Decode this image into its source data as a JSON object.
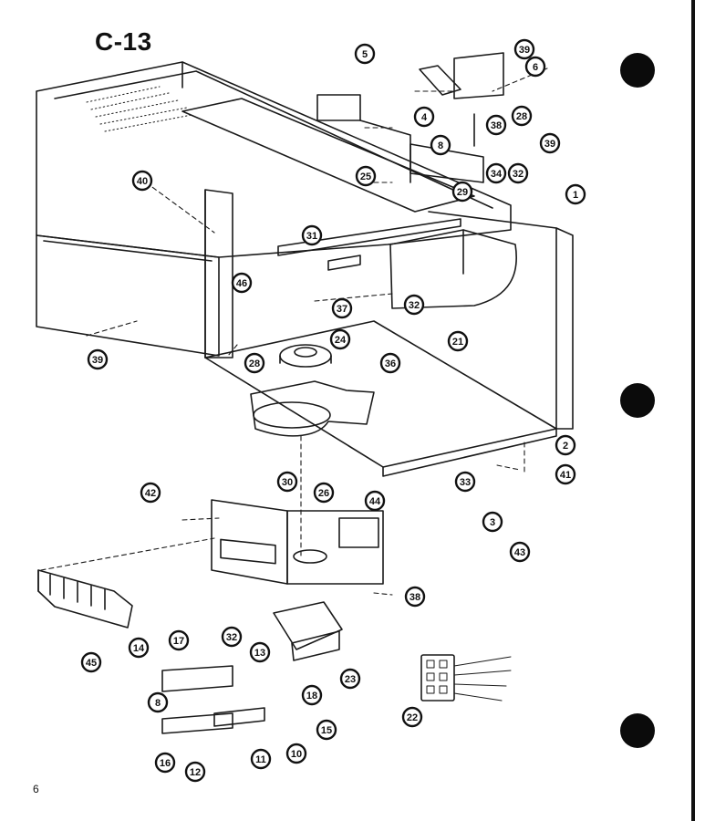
{
  "diagram": {
    "title": "C-13",
    "page_number": "6",
    "callouts": {
      "c5": "5",
      "c39a": "39",
      "c6": "6",
      "c4": "4",
      "c28a": "28",
      "c38a": "38",
      "c8a": "8",
      "c39b": "39",
      "c34": "34",
      "c32a": "32",
      "c1": "1",
      "c40": "40",
      "c25": "25",
      "c29": "29",
      "c31": "31",
      "c46": "46",
      "c32b": "32",
      "c37": "37",
      "c21": "21",
      "c39c": "39",
      "c24": "24",
      "c28b": "28",
      "c36": "36",
      "c2": "2",
      "c41": "41",
      "c33": "33",
      "c3": "3",
      "c43": "43",
      "c42": "42",
      "c30": "30",
      "c26": "26",
      "c44": "44",
      "c38b": "38",
      "c45": "45",
      "c32c": "32",
      "c23": "23",
      "c14": "14",
      "c17": "17",
      "c13": "13",
      "c8b": "8",
      "c18": "18",
      "c15": "15",
      "c22": "22",
      "c16": "16",
      "c11": "11",
      "c10": "10",
      "c12": "12"
    }
  }
}
